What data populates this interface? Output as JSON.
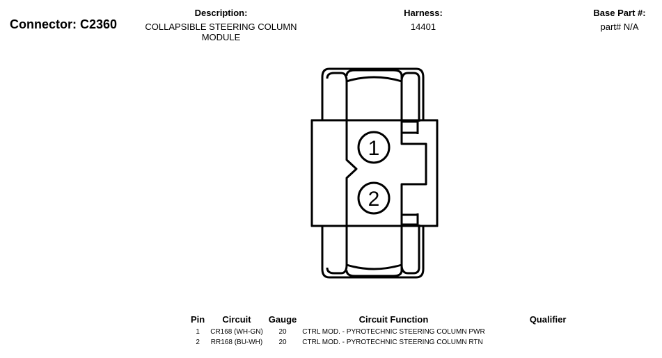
{
  "header": {
    "connector_title": "Connector: C2360",
    "description_label": "Description:",
    "description_value": "COLLAPSIBLE STEERING COLUMN\nMODULE",
    "harness_label": "Harness:",
    "harness_value": "14401",
    "base_part_label": "Base Part #:",
    "base_part_value": "part# N/A"
  },
  "diagram": {
    "pin_labels": [
      "1",
      "2"
    ],
    "stroke_color": "#000000"
  },
  "table": {
    "headers": {
      "pin": "Pin",
      "circuit": "Circuit",
      "gauge": "Gauge",
      "function": "Circuit Function",
      "qualifier": "Qualifier"
    },
    "rows": [
      {
        "pin": "1",
        "circuit": "CR168 (WH-GN)",
        "gauge": "20",
        "function": "CTRL MOD. - PYROTECHNIC STEERING COLUMN PWR",
        "qualifier": ""
      },
      {
        "pin": "2",
        "circuit": "RR168 (BU-WH)",
        "gauge": "20",
        "function": "CTRL MOD. - PYROTECHNIC STEERING COLUMN RTN",
        "qualifier": ""
      }
    ]
  }
}
